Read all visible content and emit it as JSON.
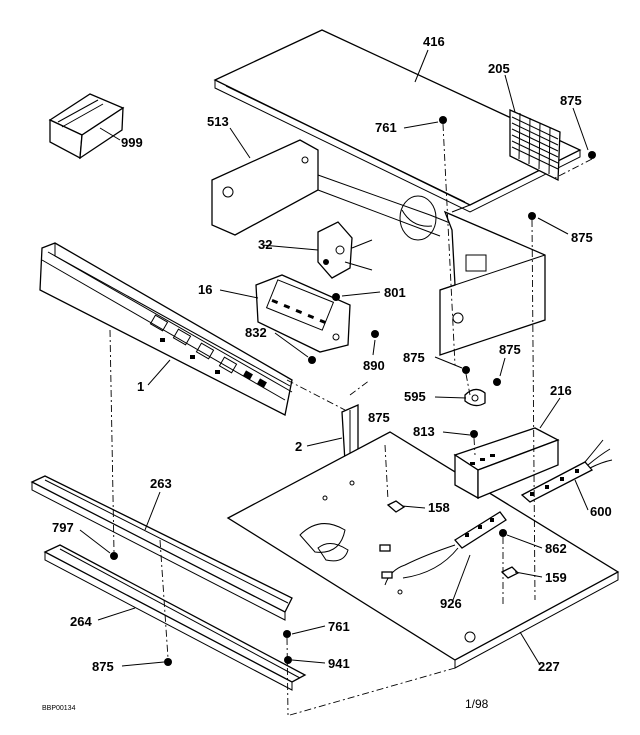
{
  "labels": {
    "l416": "416",
    "l205": "205",
    "l875a": "875",
    "l761a": "761",
    "l513": "513",
    "l999": "999",
    "l875b": "875",
    "l32": "32",
    "l16": "16",
    "l801": "801",
    "l832": "832",
    "l890": "890",
    "l1": "1",
    "l875c": "875",
    "l875d": "875",
    "l595": "595",
    "l216": "216",
    "l875e": "875",
    "l813": "813",
    "l2": "2",
    "l263": "263",
    "l158": "158",
    "l600": "600",
    "l797": "797",
    "l862": "862",
    "l159": "159",
    "l264": "264",
    "l926": "926",
    "l761b": "761",
    "l875f": "875",
    "l941": "941",
    "l227": "227"
  },
  "footer": {
    "code": "BBP00134",
    "date": "1/98"
  }
}
